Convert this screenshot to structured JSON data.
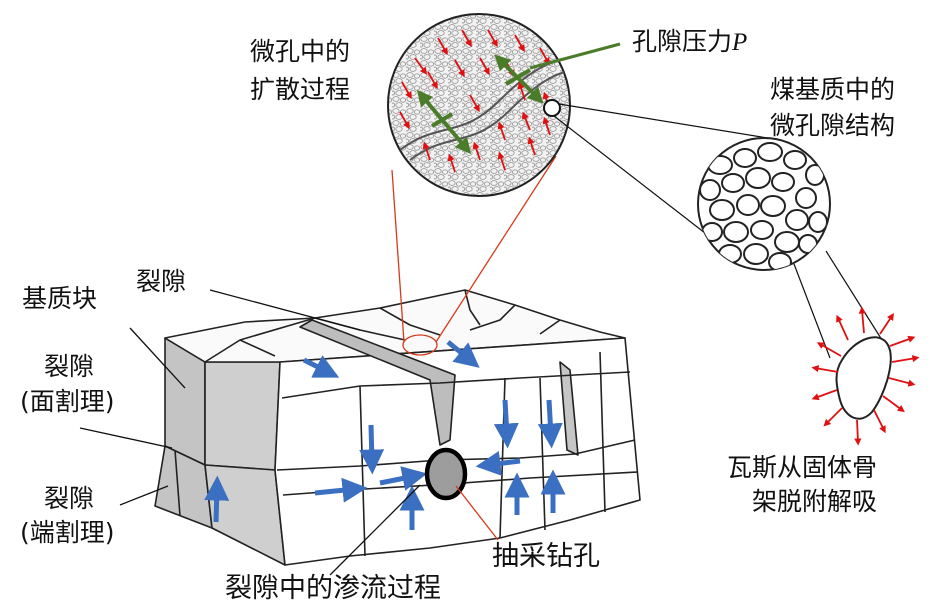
{
  "labels": {
    "fracture_top": "裂隙",
    "matrix_block": "基质块",
    "fracture_face_1": "裂隙",
    "fracture_face_2": "(面割理)",
    "fracture_butt_1": "裂隙",
    "fracture_butt_2": "(端割理)",
    "seepage": "裂隙中的渗流过程",
    "borehole": "抽采钻孔",
    "diffusion_1": "微孔中的",
    "diffusion_2": "扩散过程",
    "pore_pressure_text": "孔隙压力",
    "pore_pressure_symbol": "P",
    "micro_1": "煤基质中的",
    "micro_2": "微孔隙结构",
    "desorb_1": "瓦斯从固体骨",
    "desorb_2": "架脱附解吸"
  },
  "colors": {
    "flow_arrow": "#3a6fc1",
    "desorb_arrow": "#e01010",
    "pressure_arrow": "#4a7c2a",
    "zoom_line": "#d63a1a",
    "block_side": "#bebebe"
  },
  "icons": {
    "flow": "arrow-icon",
    "borehole": "ellipse-icon"
  }
}
